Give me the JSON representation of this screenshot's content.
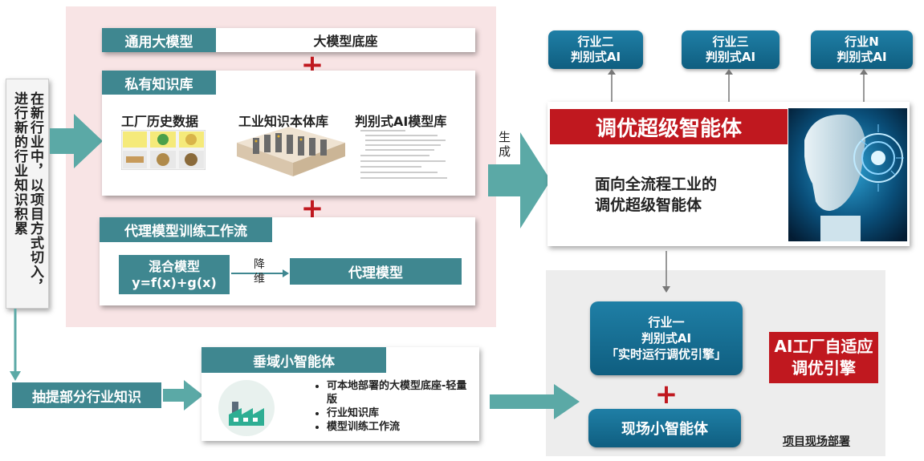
{
  "left_vertical_text": "在新行业中，以项目方式切入，进行新的行业知识积累",
  "general_model": {
    "tag": "通用大模型",
    "content": "大模型底座"
  },
  "private_kb": {
    "tag": "私有知识库",
    "items": [
      {
        "label": "工厂历史数据"
      },
      {
        "label": "工业知识本体库"
      },
      {
        "label": "判别式AI模型库"
      }
    ]
  },
  "proxy_workflow": {
    "tag": "代理模型训练工作流",
    "mixed_model_line1": "混合模型",
    "mixed_model_line2": "y=f(x)+g(x)",
    "reduce_label": "降维",
    "proxy_model": "代理模型"
  },
  "generate_label": "生成",
  "top_industries": [
    {
      "line1": "行业二",
      "line2": "判别式AI"
    },
    {
      "line1": "行业三",
      "line2": "判别式AI"
    },
    {
      "line1": "行业N",
      "line2": "判别式AI"
    }
  ],
  "super_agent": {
    "title": "调优超级智能体",
    "desc_line1": "面向全流程工业的",
    "desc_line2": "调优超级智能体"
  },
  "extract_label": "抽提部分行业知识",
  "vertical_agent": {
    "tag": "垂域小智能体",
    "bullets": [
      "可本地部署的大模型底座-轻量版",
      "行业知识库",
      "模型训练工作流"
    ]
  },
  "site": {
    "industry_one": {
      "line1": "行业一",
      "line2": "判别式AI",
      "line3": "「实时运行调优引擎」"
    },
    "site_agent": "现场小智能体",
    "ai_factory": "AI工厂自适应调优引擎",
    "deploy_label": "项目现场部署"
  },
  "colors": {
    "teal": "#3f8790",
    "red": "#c0181f",
    "blue": "#1a6f93"
  }
}
